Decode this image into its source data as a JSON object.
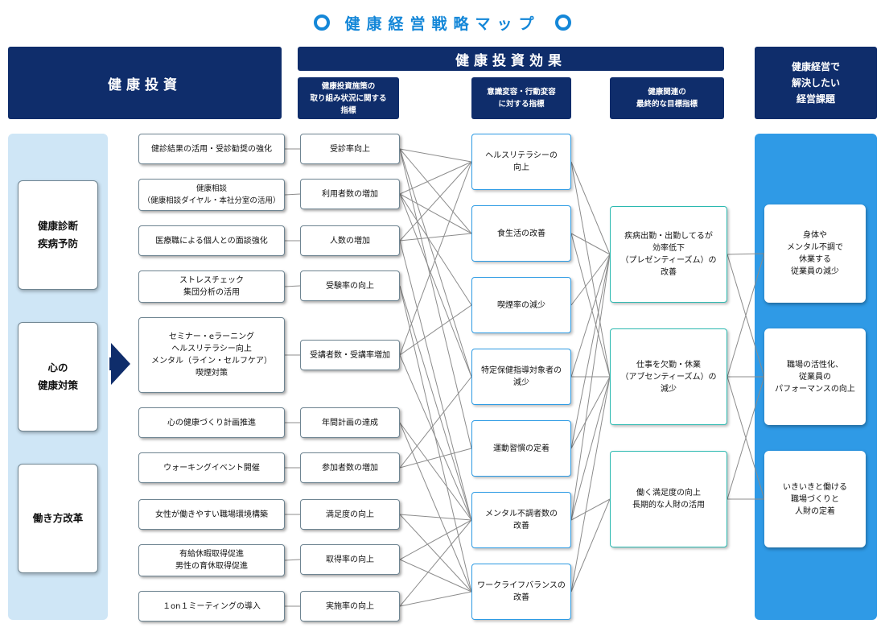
{
  "title": "健康経営戦略マップ",
  "headers": {
    "investment": "健康投資",
    "effect": "健康投資効果",
    "sub_policy": "健康投資施策の\n取り組み状況に関する\n指標",
    "sub_behavior": "意識変容・行動変容\nに対する指標",
    "sub_goal": "健康関連の\n最終的な目標指標",
    "issues": "健康経営で\n解決したい\n経営課題"
  },
  "categories": [
    "健康診断\n疾病予防",
    "心の\n健康対策",
    "働き方改革"
  ],
  "measures": [
    "健診結果の活用・受診勧奨の強化",
    "健康相談\n（健康相談ダイヤル・本社分室の活用）",
    "医療職による個人との面談強化",
    "ストレスチェック\n集団分析の活用",
    "セミナー・eラーニング\nヘルスリテラシー向上\nメンタル（ライン・セルフケア）\n喫煙対策",
    "心の健康づくり計画推進",
    "ウォーキングイベント開催",
    "女性が働きやすい職場環境構築",
    "有給休暇取得促進\n男性の育休取得促進",
    "１on１ミーティングの導入"
  ],
  "indicators": [
    "受診率向上",
    "利用者数の増加",
    "人数の増加",
    "受験率の向上",
    "受講者数・受講率増加",
    "年間計画の達成",
    "参加者数の増加",
    "満足度の向上",
    "取得率の向上",
    "実施率の向上"
  ],
  "behaviors": [
    "ヘルスリテラシーの\n向上",
    "食生活の改善",
    "喫煙率の減少",
    "特定保健指導対象者の\n減少",
    "運動習慣の定着",
    "メンタル不調者数の\n改善",
    "ワークライフバランスの\n改善"
  ],
  "goals": [
    "疾病出勤・出勤してるが\n効率低下\n（プレゼンティーズム）の\n改善",
    "仕事を欠勤・休業\n（アブセンティーズム）の\n減少",
    "働く満足度の向上\n長期的な人財の活用"
  ],
  "issues": [
    "身体や\nメンタル不調で\n休業する\n従業員の減少",
    "職場の活性化、\n従業員の\nパフォーマンスの向上",
    "いきいきと働ける\n職場づくりと\n人財の定着"
  ],
  "links_indicator_behavior": [
    [
      0,
      0
    ],
    [
      0,
      1
    ],
    [
      0,
      3
    ],
    [
      0,
      4
    ],
    [
      1,
      0
    ],
    [
      1,
      1
    ],
    [
      1,
      2
    ],
    [
      1,
      3
    ],
    [
      2,
      0
    ],
    [
      2,
      1
    ],
    [
      2,
      5
    ],
    [
      3,
      5
    ],
    [
      3,
      6
    ],
    [
      4,
      0
    ],
    [
      4,
      2
    ],
    [
      4,
      5
    ],
    [
      5,
      5
    ],
    [
      5,
      6
    ],
    [
      6,
      3
    ],
    [
      6,
      4
    ],
    [
      7,
      5
    ],
    [
      7,
      6
    ],
    [
      8,
      5
    ],
    [
      8,
      6
    ],
    [
      9,
      5
    ],
    [
      9,
      6
    ]
  ],
  "links_behavior_goal": [
    [
      0,
      0
    ],
    [
      0,
      1
    ],
    [
      1,
      0
    ],
    [
      1,
      1
    ],
    [
      2,
      0
    ],
    [
      3,
      0
    ],
    [
      3,
      1
    ],
    [
      4,
      0
    ],
    [
      4,
      1
    ],
    [
      5,
      0
    ],
    [
      5,
      1
    ],
    [
      5,
      2
    ],
    [
      6,
      1
    ],
    [
      6,
      2
    ]
  ],
  "links_goal_issue": [
    [
      0,
      0
    ],
    [
      0,
      1
    ],
    [
      1,
      0
    ],
    [
      1,
      1
    ],
    [
      1,
      2
    ],
    [
      2,
      1
    ],
    [
      2,
      2
    ]
  ],
  "colors": {
    "navy": "#0f2d6b",
    "title_blue": "#1487d8",
    "light_panel": "#cfe6f6",
    "issue_panel": "#2f9ae6",
    "behavior_border": "#2d9be4",
    "goal_border": "#2bb9b0",
    "connector": "#8c8c8c"
  }
}
